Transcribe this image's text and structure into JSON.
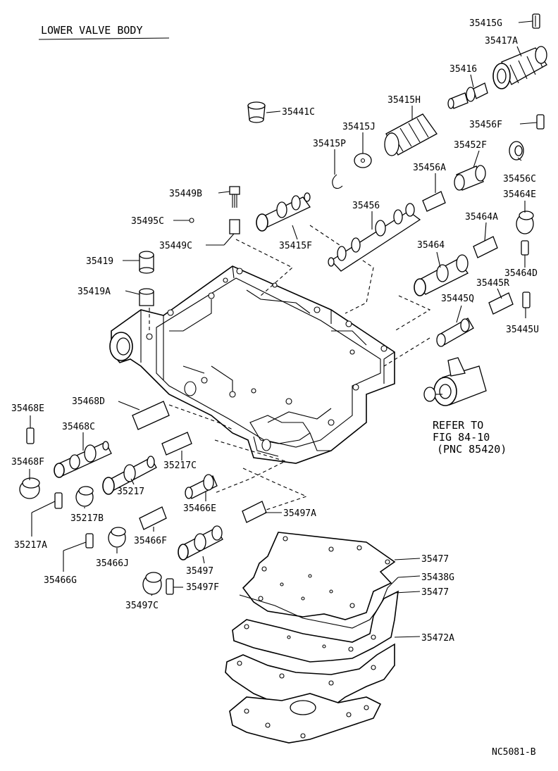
{
  "diagram": {
    "title": "LOWER VALVE BODY",
    "footer_code": "NC5081-B",
    "refer_note": {
      "line1": "REFER TO",
      "line2": "FIG 84-10",
      "line3": "(PNC 85420)"
    },
    "callouts": [
      {
        "id": "p35415G",
        "text": "35415G"
      },
      {
        "id": "p35417A",
        "text": "35417A"
      },
      {
        "id": "p35416",
        "text": "35416"
      },
      {
        "id": "p35415H",
        "text": "35415H"
      },
      {
        "id": "p35441C",
        "text": "35441C"
      },
      {
        "id": "p35415J",
        "text": "35415J"
      },
      {
        "id": "p35456F",
        "text": "35456F"
      },
      {
        "id": "p35415P",
        "text": "35415P"
      },
      {
        "id": "p35452F",
        "text": "35452F"
      },
      {
        "id": "p35456A",
        "text": "35456A"
      },
      {
        "id": "p35456C",
        "text": "35456C"
      },
      {
        "id": "p35449B",
        "text": "35449B"
      },
      {
        "id": "p35464E",
        "text": "35464E"
      },
      {
        "id": "p35456",
        "text": "35456"
      },
      {
        "id": "p35495C",
        "text": "35495C"
      },
      {
        "id": "p35464A",
        "text": "35464A"
      },
      {
        "id": "p35449C",
        "text": "35449C"
      },
      {
        "id": "p35415F",
        "text": "35415F"
      },
      {
        "id": "p35464",
        "text": "35464"
      },
      {
        "id": "p35419",
        "text": "35419"
      },
      {
        "id": "p35464D",
        "text": "35464D"
      },
      {
        "id": "p35445R",
        "text": "35445R"
      },
      {
        "id": "p35419A",
        "text": "35419A"
      },
      {
        "id": "p35445Q",
        "text": "35445Q"
      },
      {
        "id": "p35445U",
        "text": "35445U"
      },
      {
        "id": "p35468E",
        "text": "35468E"
      },
      {
        "id": "p35468D",
        "text": "35468D"
      },
      {
        "id": "p35468C",
        "text": "35468C"
      },
      {
        "id": "p35217C",
        "text": "35217C"
      },
      {
        "id": "p35468F",
        "text": "35468F"
      },
      {
        "id": "p35217",
        "text": "35217"
      },
      {
        "id": "p35466E",
        "text": "35466E"
      },
      {
        "id": "p35217B",
        "text": "35217B"
      },
      {
        "id": "p35497A",
        "text": "35497A"
      },
      {
        "id": "p35217A",
        "text": "35217A"
      },
      {
        "id": "p35466F",
        "text": "35466F"
      },
      {
        "id": "p35477a",
        "text": "35477"
      },
      {
        "id": "p35466J",
        "text": "35466J"
      },
      {
        "id": "p35497",
        "text": "35497"
      },
      {
        "id": "p35438G",
        "text": "35438G"
      },
      {
        "id": "p35466G",
        "text": "35466G"
      },
      {
        "id": "p35497F",
        "text": "35497F"
      },
      {
        "id": "p35477b",
        "text": "35477"
      },
      {
        "id": "p35497C",
        "text": "35497C"
      },
      {
        "id": "p35472A",
        "text": "35472A"
      }
    ]
  }
}
